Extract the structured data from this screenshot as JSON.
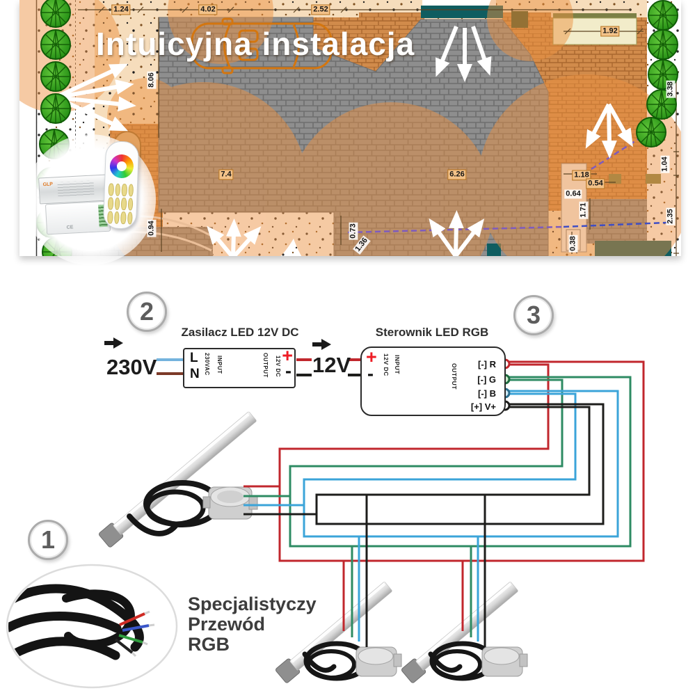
{
  "plan": {
    "title": "Intuicyjna instalacja",
    "dims": [
      "1.24",
      "4.02",
      "2.52",
      "1.92",
      "8.06",
      "7.4",
      "6.26",
      "0.94",
      "0.73",
      "1.36",
      "1.18",
      "0.54",
      "0.64",
      "1.71",
      "0.38",
      "3.38",
      "1.04",
      "2.35"
    ]
  },
  "steps": {
    "s1": "1",
    "s2": "2",
    "s3": "3"
  },
  "psu": {
    "title": "Zasilacz LED 12V DC",
    "l": "L",
    "n": "N",
    "vac": "230VAC",
    "input": "INPUT",
    "output": "OUTPUT",
    "vdc": "12V DC",
    "plus": "+",
    "minus": "-"
  },
  "controller": {
    "title": "Sterownik LED RGB",
    "plus": "+",
    "minus": "-",
    "vdc": "12V DC",
    "input": "INPUT",
    "output": "OUTPUT",
    "out_r": "[-] R",
    "out_g": "[-] G",
    "out_b": "[-] B",
    "out_v": "[+] V+"
  },
  "voltages": {
    "mains": "230V",
    "low": "12V"
  },
  "cable_label": {
    "line1": "Specjalistyczy",
    "line2": "Przewód",
    "line3": "RGB"
  },
  "collage": {
    "logo": "GLP",
    "ce": "CE"
  },
  "colors": {
    "wire_red": "#c1272d",
    "wire_green": "#2e8b63",
    "wire_blue": "#3ba4d9",
    "wire_black": "#1d1d1b",
    "glow_orange": "#ec9140",
    "cobble_gray": "#8e8e8e",
    "brick_orange": "#d18b4b",
    "teal": "#0f5d60",
    "plus_red": "#ee1c25",
    "mains_blue": "#74b3dd",
    "mains_brown": "#7c3a28"
  }
}
